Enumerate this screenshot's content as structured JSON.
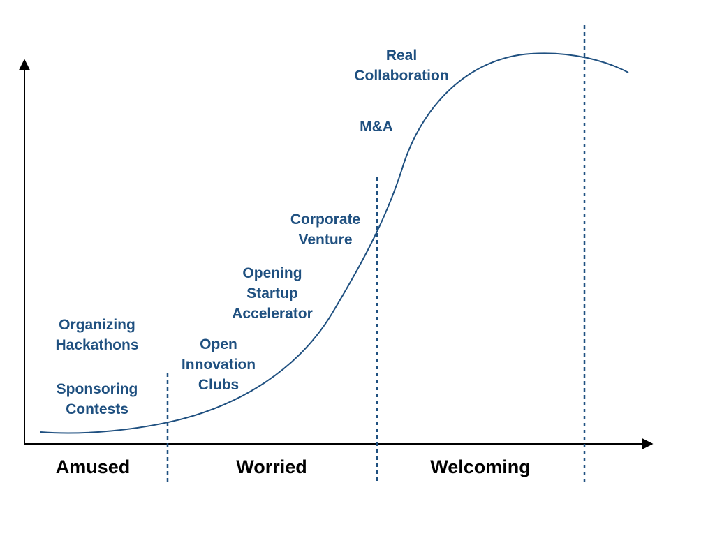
{
  "colors": {
    "label": "#1f5080",
    "curve": "#1f5080",
    "axis": "#000000",
    "divider": "#1f5080",
    "phase": "#000000"
  },
  "phases": [
    "Amused",
    "Worried",
    "Welcoming"
  ],
  "stages": {
    "sponsoring_contests": [
      "Sponsoring",
      "Contests"
    ],
    "organizing_hackathons": [
      "Organizing",
      "Hackathons"
    ],
    "open_innovation_clubs": [
      "Open",
      "Innovation",
      "Clubs"
    ],
    "opening_startup_accelerator": [
      "Opening",
      "Startup",
      "Accelerator"
    ],
    "corporate_venture": [
      "Corporate",
      "Venture"
    ],
    "m_and_a": [
      "M&A"
    ],
    "real_collaboration": [
      "Real",
      "Collaboration"
    ]
  }
}
